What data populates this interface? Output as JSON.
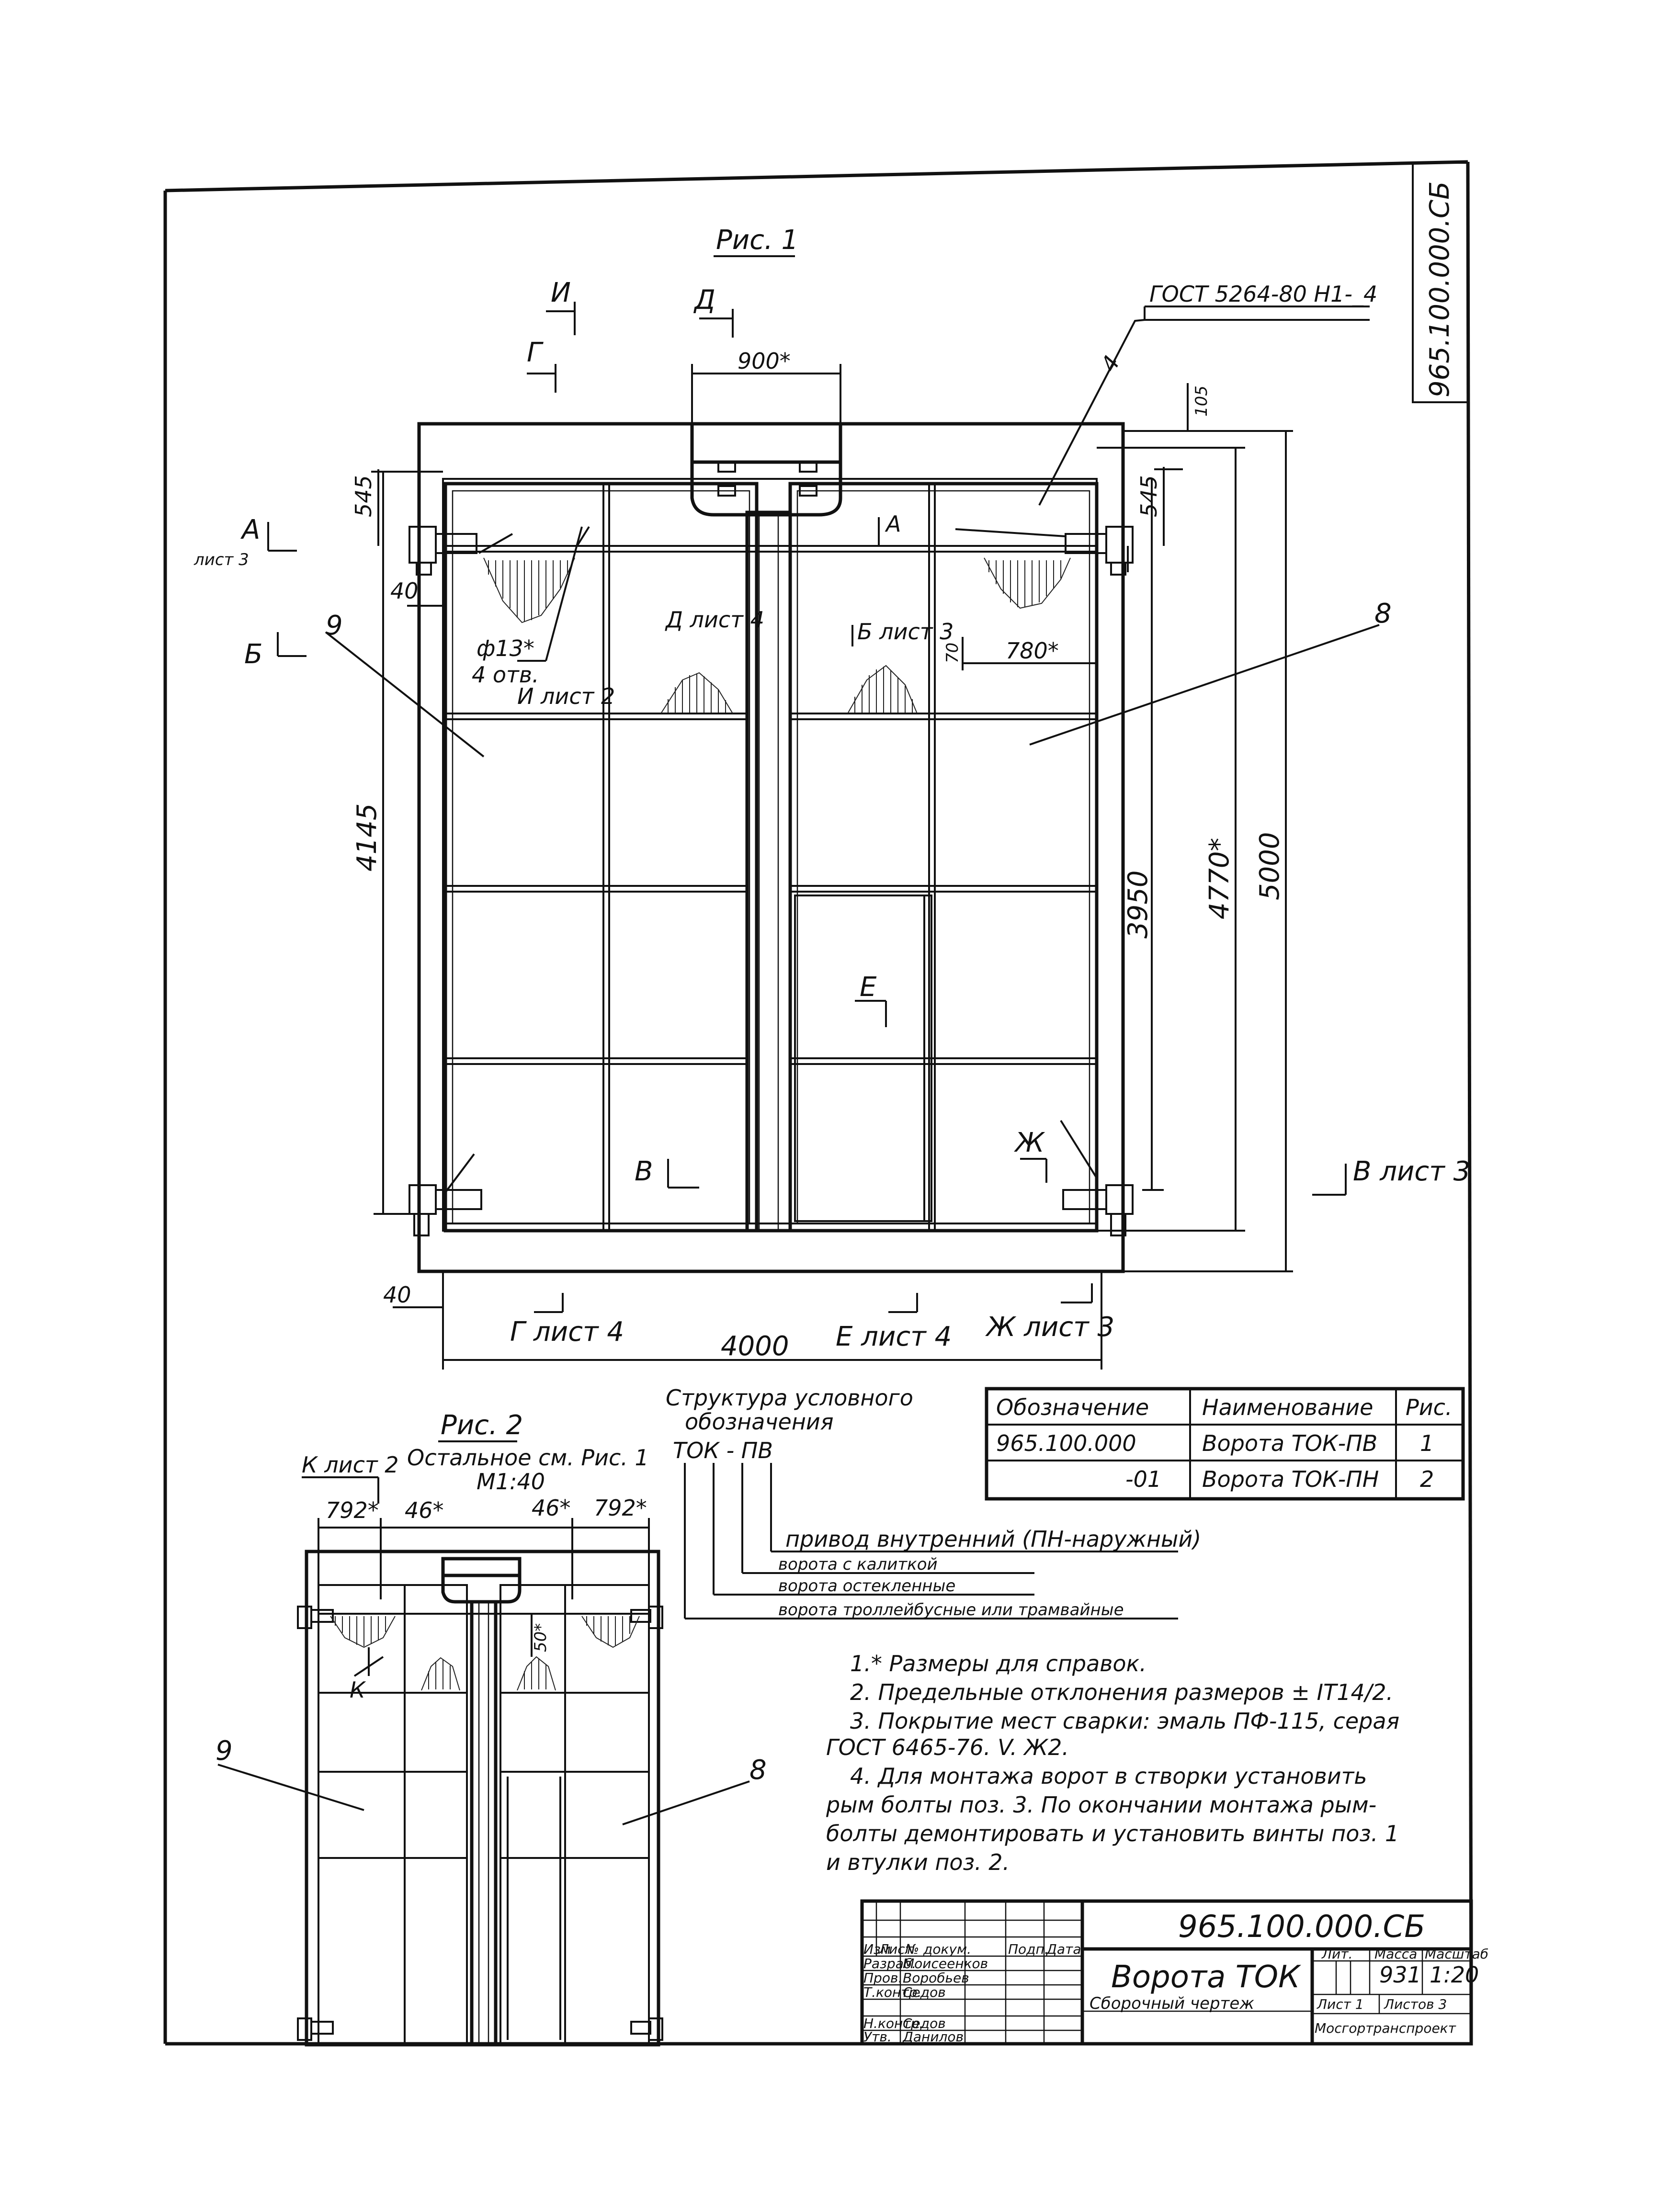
{
  "doc_code_side": "965.100.000.СБ",
  "fig1": {
    "title": "Рис. 1",
    "gost": "ГОСТ 5264-80 Н1-_4",
    "leader_4": "4",
    "pos_9": "9",
    "pos_8": "8",
    "dims": {
      "top_unit": "900*",
      "top_margin": "105",
      "left_545": "545",
      "right_545": "545",
      "left_40": "40",
      "hole_d": "ф13*",
      "hole_n": "4 отв.",
      "d70": "70",
      "d780": "780*",
      "h4145": "4145",
      "h3950": "3950",
      "h4770": "4770*",
      "h5000": "5000",
      "bottom_40": "40",
      "w4000": "4000"
    },
    "views": {
      "I": "И",
      "D": "Д",
      "G": "Г",
      "A": "А",
      "A_sheet": "лист 3",
      "B": "Б",
      "I_ref": "И лист 2",
      "D_ref": "Д лист 4",
      "B_ref": "Б лист 3",
      "A_inner": "А",
      "E": "Е",
      "V": "В",
      "Zh": "Ж",
      "V_ref": "В лист 3",
      "G_ref": "Г лист 4",
      "E_ref": "Е лист 4",
      "Zh_ref": "Ж лист 3"
    }
  },
  "fig2": {
    "title": "Рис. 2",
    "note1": "Остальное см. Рис. 1",
    "scale": "М1:40",
    "K_ref": "К лист 2",
    "K": "К",
    "d792a": "792*",
    "d46a": "46*",
    "d46b": "46*",
    "d792b": "792*",
    "d50": "50*",
    "pos_9": "9",
    "pos_8": "8"
  },
  "structure": {
    "title1": "Структура условного",
    "title2": "обозначения",
    "code": "ТОК - ПВ",
    "items": [
      "привод внутренний (ПН-наружный)",
      "ворота с калиткой",
      "ворота остекленные",
      "ворота троллейбусные или трамвайные"
    ]
  },
  "variants": {
    "headers": [
      "Обозначение",
      "Наименование",
      "Рис."
    ],
    "rows": [
      [
        "965.100.000",
        "Ворота ТОК-ПВ",
        "1"
      ],
      [
        "-01",
        "Ворота ТОК-ПН",
        "2"
      ]
    ]
  },
  "notes": [
    "1.* Размеры для справок.",
    "2. Предельные отклонения размеров ± IT14/2.",
    "3. Покрытие мест сварки: эмаль ПФ-115, серая",
    "ГОСТ 6465-76. V. Ж2.",
    "4. Для монтажа ворот в створки установить",
    "рым болты поз. 3.   По окончании монтажа рым-",
    "болты демонтировать и установить винты поз. 1",
    "и втулки поз. 2."
  ],
  "title_block": {
    "code": "965.100.000.СБ",
    "name": "Ворота ТОК",
    "subtitle": "Сборочный чертеж",
    "col_headers": [
      "Изм",
      "Лист",
      "№ докум.",
      "Подп.",
      "Дата"
    ],
    "roles": [
      {
        "role": "Разраб.",
        "name": "Моисеенков"
      },
      {
        "role": "Пров.",
        "name": "Воробьев"
      },
      {
        "role": "Т.контр.",
        "name": "Седов"
      },
      {
        "role": "Н.контр.",
        "name": "Седов"
      },
      {
        "role": "Утв.",
        "name": "Данилов"
      }
    ],
    "lit": "Лит.",
    "mass_label": "Масса",
    "scale_label": "Масштаб",
    "mass": "931",
    "scale": "1:20",
    "sheet": "Лист 1",
    "sheets": "Листов 3",
    "org": "Мосгортранспроект"
  }
}
